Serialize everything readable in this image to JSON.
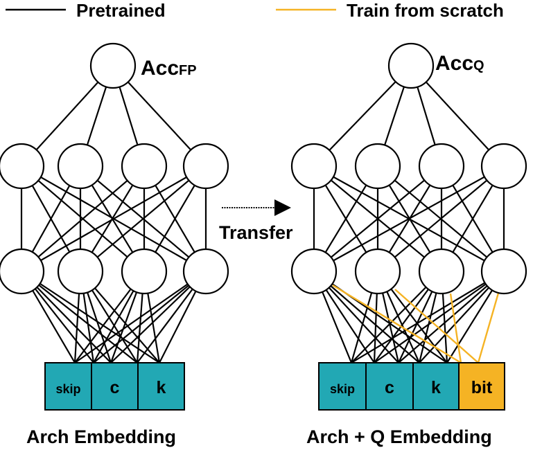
{
  "legend": {
    "pretrained": {
      "label": "Pretrained",
      "color": "#000000"
    },
    "scratch": {
      "label": "Train from scratch",
      "color": "#f5b324"
    }
  },
  "transfer_label": "Transfer",
  "left_network": {
    "output_label_main": "Acc",
    "output_label_sub": "FP",
    "caption": "Arch Embedding",
    "embedding": [
      "skip",
      "c",
      "k"
    ]
  },
  "right_network": {
    "output_label_main": "Acc",
    "output_label_sub": "Q",
    "caption": "Arch + Q Embedding",
    "embedding": [
      "skip",
      "c",
      "k",
      "bit"
    ]
  },
  "colors": {
    "embedding_teal": "#22a8b4",
    "embedding_orange": "#f5b324",
    "node_stroke": "#000000",
    "node_fill": "#ffffff"
  }
}
